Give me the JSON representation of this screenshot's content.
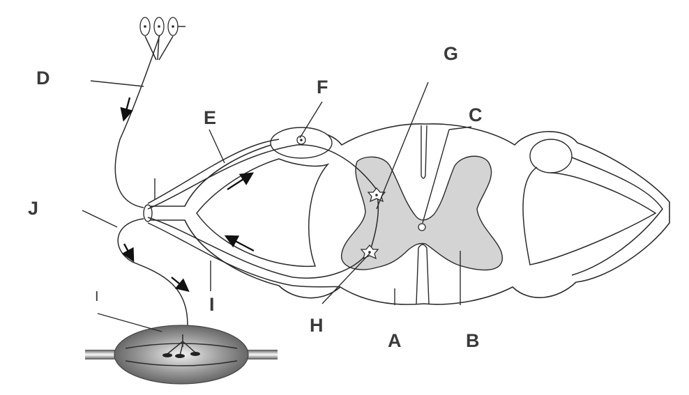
{
  "labels": {
    "A": "A",
    "B": "B",
    "C": "C",
    "D": "D",
    "E": "E",
    "F": "F",
    "G": "G",
    "H": "H",
    "I": "I",
    "J": "J",
    "K": "I"
  },
  "colors": {
    "background": "#ffffff",
    "line": "#2a2a2a",
    "gray_matter": "#d4d4d4",
    "muscle_dark": "#6e6e6e",
    "label": "#3a3a3a"
  }
}
